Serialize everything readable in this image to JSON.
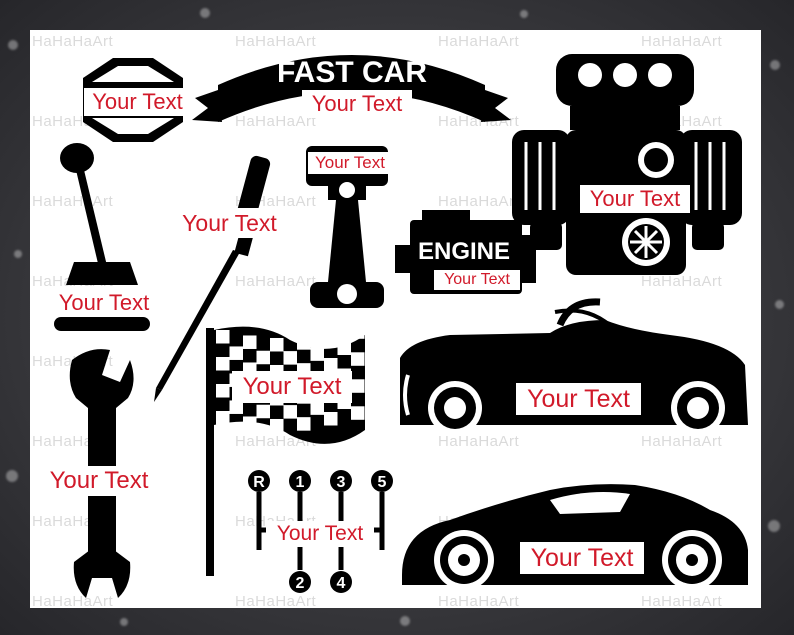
{
  "watermark": "HaHaHaArt",
  "banner_title": "FAST CAR",
  "engine_title": "ENGINE",
  "placeholder": "Your Text",
  "shifter_gears_top": [
    "R",
    "1",
    "3",
    "5"
  ],
  "shifter_gears_bottom": [
    "2",
    "4"
  ],
  "colors": {
    "text": "#d11a2a",
    "art": "#000000",
    "sheet": "#ffffff"
  },
  "items": [
    {
      "id": "badge",
      "text": "Your Text"
    },
    {
      "id": "banner",
      "text": "Your Text"
    },
    {
      "id": "engine-block",
      "text": "Your Text"
    },
    {
      "id": "piston",
      "text": "Your Text"
    },
    {
      "id": "screwdriver",
      "text": "Your Text"
    },
    {
      "id": "gear-stick",
      "text": "Your Text"
    },
    {
      "id": "engine-icon",
      "text": "Your Text"
    },
    {
      "id": "checkered-flag",
      "text": "Your Text"
    },
    {
      "id": "convertible",
      "text": "Your Text"
    },
    {
      "id": "wrench",
      "text": "Your Text"
    },
    {
      "id": "gearbox",
      "text": "Your Text"
    },
    {
      "id": "sports-car",
      "text": "Your Text"
    }
  ]
}
